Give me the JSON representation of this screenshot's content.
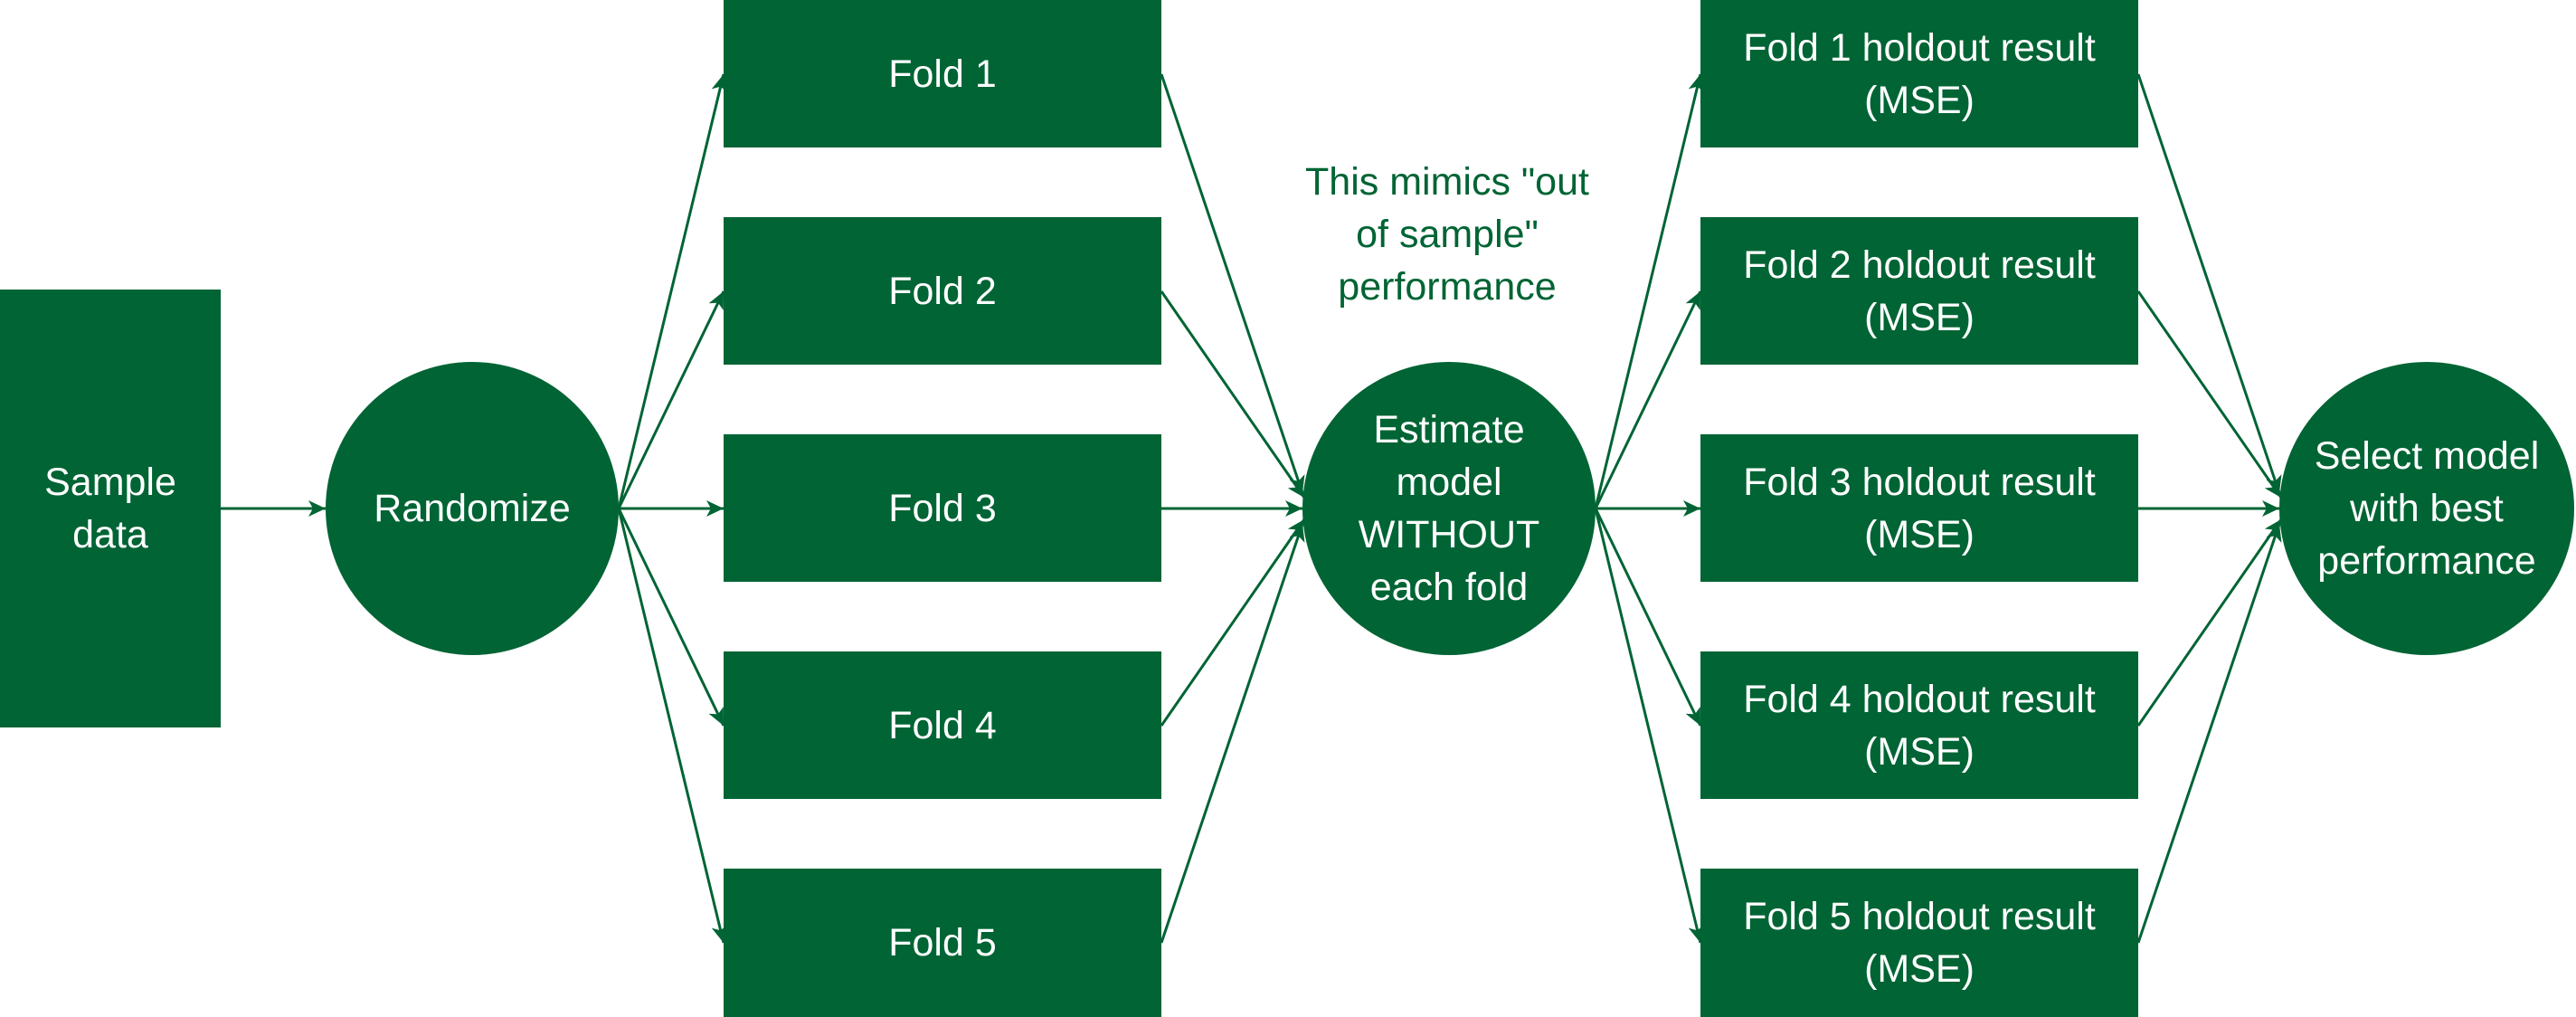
{
  "colors": {
    "node_fill": "#006434",
    "node_text": "#ffffff",
    "edge": "#006434",
    "note_text": "#006434"
  },
  "nodes": {
    "sample_data": "Sample\ndata",
    "randomize": "Randomize",
    "folds": [
      "Fold 1",
      "Fold 2",
      "Fold 3",
      "Fold 4",
      "Fold 5"
    ],
    "estimate": "Estimate\nmodel\nWITHOUT\neach fold",
    "results": [
      "Fold 1 holdout result\n(MSE)",
      "Fold 2 holdout result\n(MSE)",
      "Fold 3 holdout result\n(MSE)",
      "Fold 4 holdout result\n(MSE)",
      "Fold 5 holdout result\n(MSE)"
    ],
    "select": "Select model\nwith best\nperformance"
  },
  "annotation": "This mimics \"out\nof sample\"\nperformance"
}
